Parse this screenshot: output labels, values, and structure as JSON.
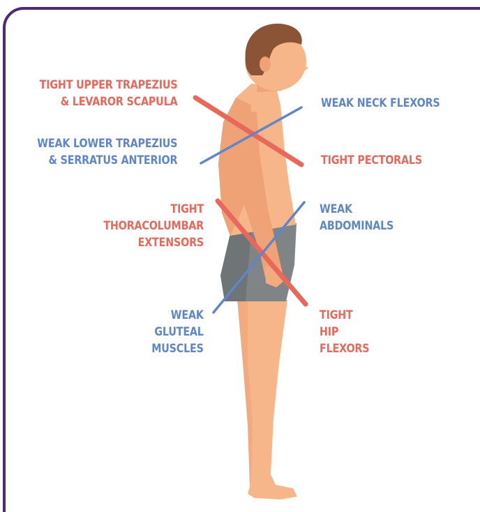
{
  "colors": {
    "tight": "#e8685c",
    "weak": "#5f86c6",
    "frame": "#4b2a78",
    "skin": "#f7b68a",
    "skin_shadow": "#eea275",
    "hair": "#8b5436",
    "shorts": "#7f8487"
  },
  "labels": {
    "upper_trap": [
      "TIGHT UPPER TRAPEZIUS",
      "& LEVAROR SCAPULA"
    ],
    "lower_trap": [
      "WEAK LOWER TRAPEZIUS",
      "& SERRATUS ANTERIOR"
    ],
    "neck_flexors": [
      "WEAK NECK FLEXORS"
    ],
    "pectorals": [
      "TIGHT PECTORALS"
    ],
    "thoracolumbar": [
      "TIGHT",
      "THORACOLUMBAR",
      "EXTENSORS"
    ],
    "abdominals": [
      "WEAK",
      "ABDOMINALS"
    ],
    "gluteal": [
      "WEAK",
      "GLUTEAL",
      "MUSCLES"
    ],
    "hip_flexors": [
      "TIGHT",
      "HIP",
      "FLEXORS"
    ]
  },
  "icons": {
    "figure": "standing-man-side-view-illustration"
  }
}
